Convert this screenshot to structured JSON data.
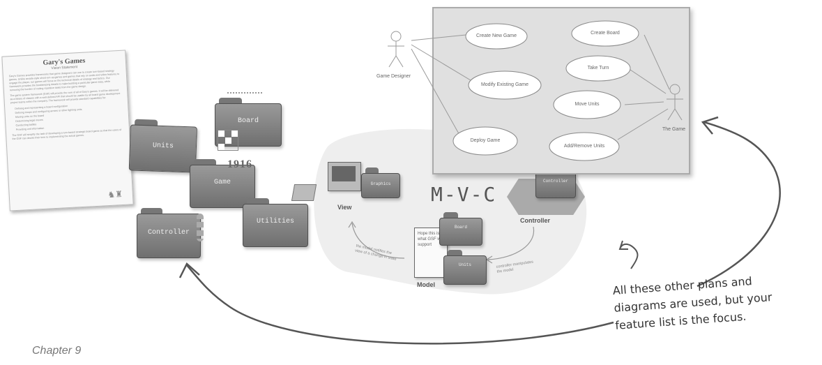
{
  "document": {
    "title": "Gary's Games",
    "subtitle": "Vision Statement",
    "paragraphs": [
      "Gary's Games provides frameworks that game designers can use to create turn-based strategy games. Unlike arcade-style shoot-em-up games and games that rely on audio and video features to engage the player, our games will focus on the technical details of strategy and tactics. Our framework provides the bookkeeping details to make building a particular game easy, while removing the burden of coding repetitive tasks from the game design.",
      "The game system framework (GSF) will provide the core of all of Gary's games. It will be delivered as a library of classes with a well-defined API that should be usable by all board game development project teams within the company. The framework will provide standard capabilities for:"
    ],
    "bullets": [
      "Defining and representing a board configuration",
      "Defining troops and configuring armies or other fighting units",
      "Moving units on the board",
      "Determining legal moves",
      "Conducting battles",
      "Providing unit information"
    ],
    "closing": "The GSF will simplify the task of developing a turn-based strategic board game so that the users of the GSF can devote their time to implementing the actual games."
  },
  "folders": {
    "units": "Units",
    "board": "Board",
    "game": "Game",
    "utilities": "Utilities",
    "controller": "Controller"
  },
  "year_text": "1916",
  "mvc": {
    "title": "M-V-C",
    "view_label": "View",
    "model_label": "Model",
    "controller_label": "Controller",
    "mini_folder_view": "Graphics",
    "mini_folder_controller": "Controller",
    "mini_folder_board": "Board",
    "mini_folder_units": "Units",
    "note_text": "Hope this is what GSF will support",
    "arrow_note_left": "the model notifies the view of a change in state",
    "arrow_note_right": "controller manipulates the model"
  },
  "use_case": {
    "actor_left": "Game Designer",
    "actor_right": "The Game",
    "cases": [
      "Create New Game",
      "Modify Existing Game",
      "Deploy Game",
      "Create Board",
      "Take Turn",
      "Move Units",
      "Add/Remove Units"
    ]
  },
  "handwritten_note": [
    "All these other plans and",
    "diagrams are used, but your",
    "feature list is the focus."
  ],
  "footer": "Chapter 9",
  "colors": {
    "folder": "#7f7f7f",
    "diagram_bg": "#e0e0e0",
    "cloud": "#eeeeee",
    "ink": "#333333"
  }
}
